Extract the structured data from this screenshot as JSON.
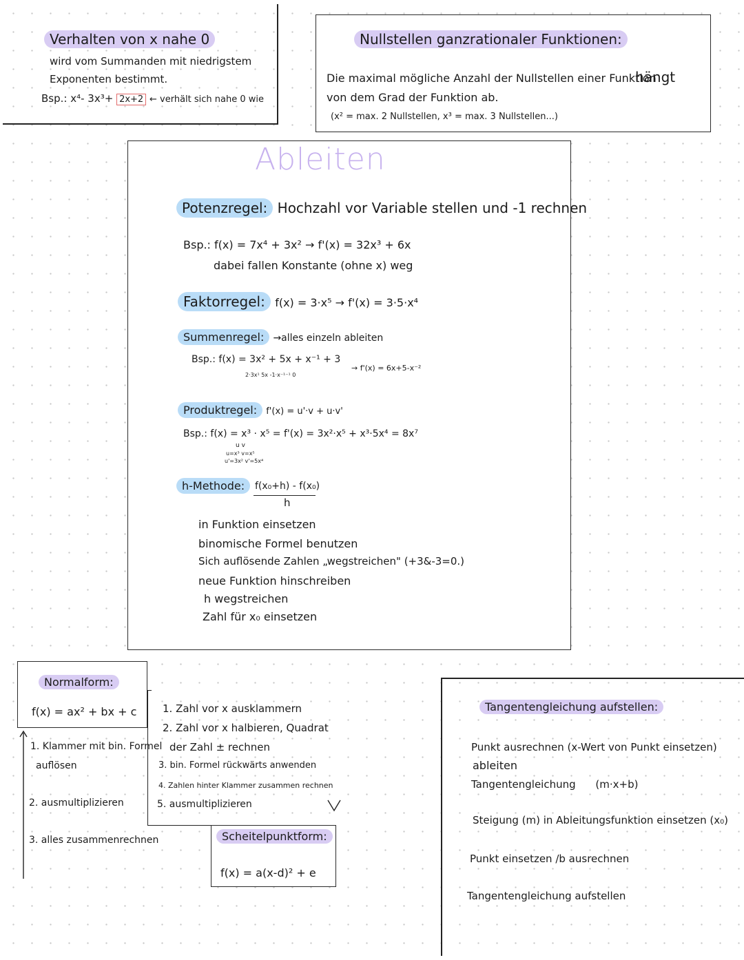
{
  "box_behavior": {
    "title": "Verhalten von x nahe 0",
    "line1": "wird vom Summanden mit niedrigstem",
    "line2": "Exponenten bestimmt.",
    "example_prefix": "Bsp.: x⁴- 3x³+",
    "example_boxed": "2x+2",
    "example_suffix": "← verhält sich nahe 0 wie"
  },
  "box_zeros": {
    "title": "Nullstellen ganzrationaler Funktionen:",
    "line1": "Die maximal mögliche Anzahl der Nullstellen einer Funktion",
    "line1_end": "hängt",
    "line2": "von dem Grad der Funktion ab.",
    "line3": "(x² = max. 2 Nullstellen, x³ = max. 3 Nullstellen...)"
  },
  "derive": {
    "title": "Ableiten",
    "power_rule_label": "Potenzregel:",
    "power_rule_text": "Hochzahl vor Variable stellen und -1 rechnen",
    "power_example": "Bsp.: f(x) = 7x⁴ + 3x² → f'(x) = 32x³ + 6x",
    "power_note": "dabei fallen Konstante (ohne x) weg",
    "factor_rule_label": "Faktorregel:",
    "factor_rule_text": "f(x) = 3·x⁵ → f'(x) = 3·5·x⁴",
    "sum_rule_label": "Summenregel:",
    "sum_rule_text": "→alles einzeln ableiten",
    "sum_example": "Bsp.: f(x) = 3x² + 5x + x⁻¹ + 3",
    "sum_sub": "2·3x¹   5x   -1·x⁻¹⁻¹   0",
    "sum_result": "→ f'(x) = 6x+5-x⁻²",
    "product_rule_label": "Produktregel:",
    "product_rule_text": "f'(x) = u'·v + u·v'",
    "product_example": "Bsp.: f(x) = x³ · x⁵ = f'(x) = 3x²·x⁵ + x³·5x⁴ = 8x⁷",
    "product_uv_top": "u    v",
    "product_uv_1": "u=x³   v=x⁵",
    "product_uv_2": "u'=3x²  v'=5x⁴",
    "h_label": "h-Methode:",
    "h_numerator": "f(x₀+h) - f(x₀)",
    "h_denominator": "h",
    "h_steps": [
      "in Funktion einsetzen",
      "binomische Formel benutzen",
      "Sich auflösende Zahlen „wegstreichen\" (+3&-3=0.)",
      "neue Funktion hinschreiben",
      "h wegstreichen",
      "Zahl für x₀ einsetzen"
    ]
  },
  "normal_form": {
    "title": "Normalform:",
    "formula": "f(x) = ax² + bx + c",
    "steps": [
      "1. Klammer mit bin. Formel",
      "auflösen",
      "2. ausmultiplizieren",
      "3. alles zusammenrechnen"
    ]
  },
  "vertex_steps": [
    "1. Zahl vor x ausklammern",
    "2. Zahl vor x halbieren, Quadrat",
    "der Zahl ± rechnen",
    "3. bin. Formel rückwärts anwenden",
    "4. Zahlen hinter Klammer zusammen rechnen",
    "5. ausmultiplizieren"
  ],
  "vertex_form": {
    "title": "Scheitelpunktform:",
    "formula": "f(x) = a(x-d)² + e"
  },
  "tangent": {
    "title": "Tangentengleichung aufstellen:",
    "line1": "Punkt ausrechnen (x-Wert von Punkt einsetzen)",
    "line2": "ableiten",
    "line3": "Tangentengleichung",
    "line3_formula": "(m·x+b)",
    "line4": "Steigung (m) in Ableitungsfunktion einsetzen (x₀)",
    "line5": "Punkt einsetzen /b ausrechnen",
    "line6": "Tangentengleichung aufstellen"
  },
  "colors": {
    "lavender": "#d8ccf3",
    "blue": "#b9dcf7",
    "title_purple": "#c7b2ee",
    "red": "#e26a6a"
  }
}
